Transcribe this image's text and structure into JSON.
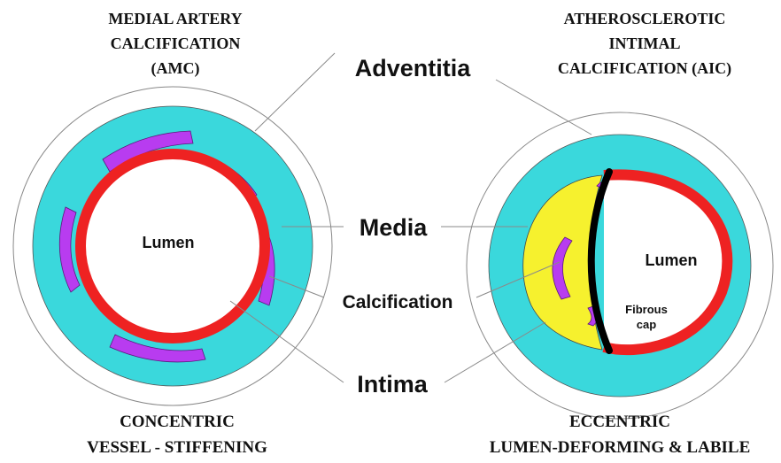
{
  "left_panel": {
    "title_lines": [
      "MEDIAL ARTERY",
      "CALCIFICATION",
      "(AMC)"
    ],
    "lumen_label": "Lumen",
    "caption_lines": [
      "CONCENTRIC",
      "VESSEL - STIFFENING"
    ]
  },
  "right_panel": {
    "title_lines": [
      "ATHEROSCLEROTIC",
      "INTIMAL",
      "CALCIFICATION (AIC)"
    ],
    "lumen_label": "Lumen",
    "fibrous_cap_lines": [
      "Fibrous",
      "cap"
    ],
    "caption_lines": [
      "ECCENTRIC",
      "LUMEN-DEFORMING & LABILE"
    ]
  },
  "layer_labels": {
    "adventitia": "Adventitia",
    "media": "Media",
    "calcification": "Calcification",
    "intima": "Intima"
  },
  "colors": {
    "media": "#3ad8dc",
    "intima": "#ee2222",
    "calcification": "#b83cf0",
    "plaque": "#f6f12e",
    "fibrous_cap": "#000000",
    "outline": "#888888"
  }
}
